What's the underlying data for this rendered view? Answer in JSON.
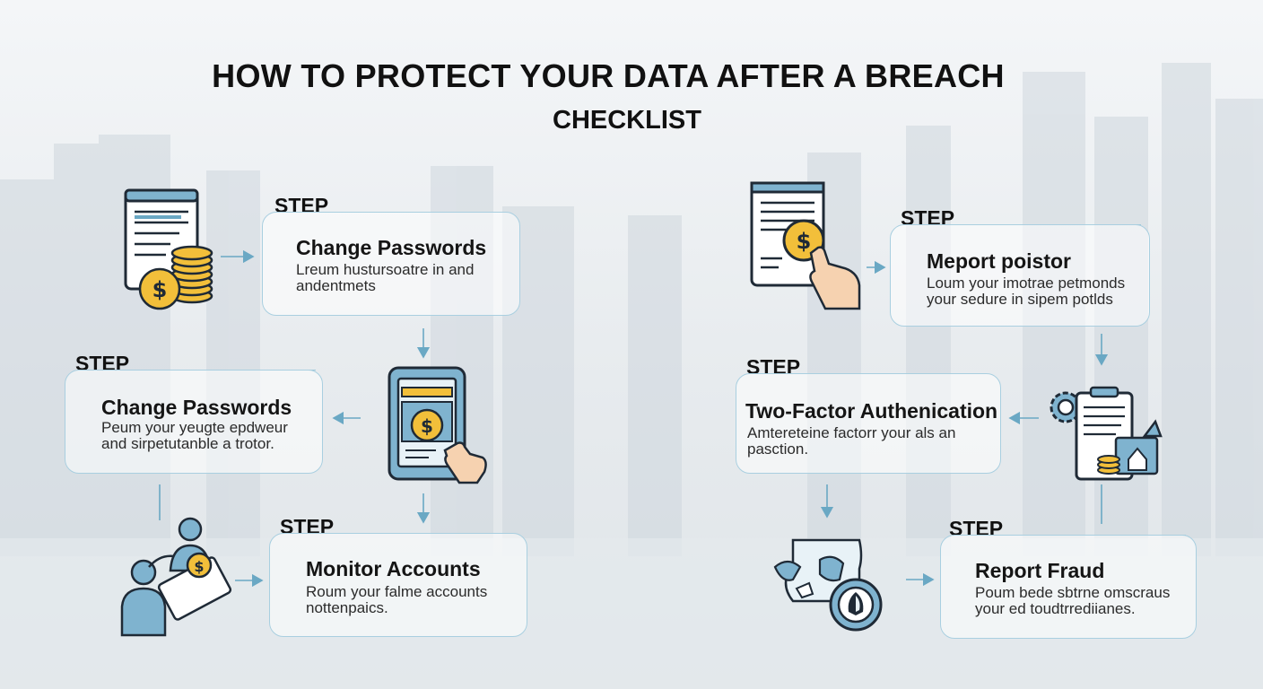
{
  "header": {
    "title": "HOW TO PROTECT YOUR DATA AFTER A BREACH",
    "subtitle": "CHECKLIST"
  },
  "steps": [
    {
      "label": "STEP",
      "title": "Change Passwords",
      "desc_line1": "Lreum hustursoatre in and",
      "desc_line2": "andentmets"
    },
    {
      "label": "STEP",
      "title": "Change Passwords",
      "desc_line1": "Peum your yeugte epdweur",
      "desc_line2": "and sirpetutanble a trotor."
    },
    {
      "label": "STEP",
      "title": "Monitor Accounts",
      "desc_line1": "Roum your falme accounts",
      "desc_line2": "nottenpaics."
    },
    {
      "label": "STEP",
      "title": "Meport poistor",
      "desc_line1": "Loum your imotrae petmonds",
      "desc_line2": "your sedure in sipem potlds"
    },
    {
      "label": "STEP",
      "title": "Two-Factor Authenication",
      "desc_line1": "Amtereteine factorr your als an",
      "desc_line2": "pasction."
    },
    {
      "label": "STEP",
      "title": "Report Fraud",
      "desc_line1": "Poum bede sbtrne omscraus",
      "desc_line2": "your ed toudtrrediianes."
    }
  ],
  "icons": {
    "step1": "document-coins-icon",
    "step2": "tablet-payment-icon",
    "step3": "user-card-icon",
    "step4": "clipboard-coin-hand-icon",
    "step5": "clipboard-gear-icon",
    "step6": "map-shield-icon"
  },
  "colors": {
    "accent_blue": "#6aa8c4",
    "card_border": "#a9cfe0",
    "coin_gold": "#f2bf3a",
    "icon_stroke": "#1f2a36"
  }
}
